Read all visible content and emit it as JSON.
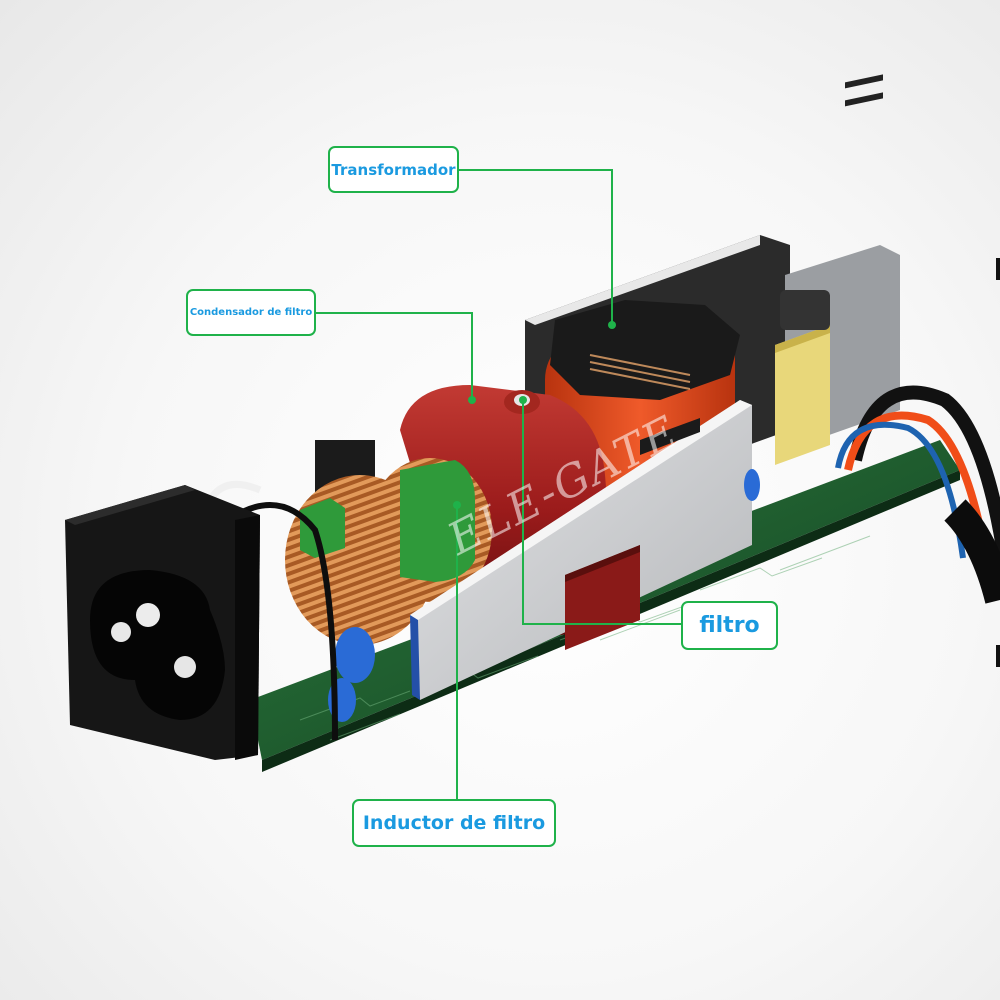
{
  "diagram": {
    "subject": "Power supply circuit board with labeled components",
    "brand_watermark": "ELE-GATE",
    "colors": {
      "label_text": "#1a9ae0",
      "callout_border": "#1fb24a",
      "leader_line": "#1fb24a",
      "pcb": "#1f5a2e",
      "transformer_core": "#d9461c",
      "capacitor": "#9b1b1b",
      "coil_copper": "#b8672d",
      "coil_core_green": "#2f9a3a",
      "heatsink": "#c9cacc",
      "connector": "#111111"
    },
    "callouts": [
      {
        "id": "transformador",
        "label": "Transformador"
      },
      {
        "id": "condensador",
        "label": "Condensador de filtro"
      },
      {
        "id": "filtro",
        "label": "filtro"
      },
      {
        "id": "inductor",
        "label": "Inductor de filtro"
      }
    ],
    "components": [
      "IEC C6 power inlet connector",
      "toroidal filter inductor",
      "electrolytic filter capacitor",
      "transformer",
      "aluminum heatsink",
      "yellow capacitor",
      "output cable with red, blue and black wires"
    ]
  }
}
